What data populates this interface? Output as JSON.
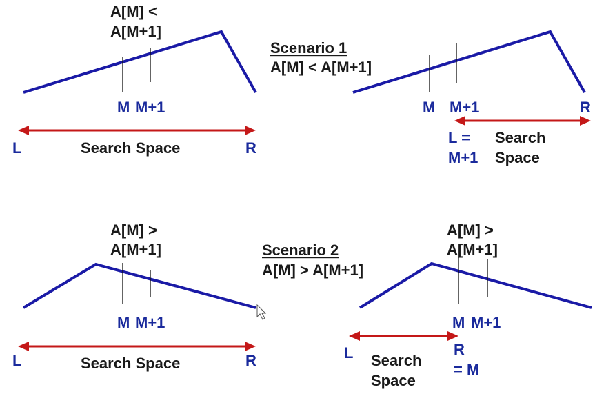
{
  "colors": {
    "graph_line": "#1a1aa6",
    "blue_label": "#1a2a9c",
    "arrow": "#c41818",
    "text": "#1a1a1a",
    "background": "#ffffff"
  },
  "panel_tl": {
    "cond_line1": "A[M] <",
    "cond_line2": "A[M+1]",
    "m": "M",
    "m1": "M+1",
    "l": "L",
    "r": "R",
    "space": "Search Space"
  },
  "scenario1": {
    "title": "Scenario 1",
    "cond": "A[M] < A[M+1]"
  },
  "panel_tr": {
    "m": "M",
    "m1": "M+1",
    "r": "R",
    "l_line1": "L =",
    "l_line2": "M+1",
    "space_line1": "Search",
    "space_line2": "Space"
  },
  "panel_bl": {
    "cond_line1": "A[M] >",
    "cond_line2": "A[M+1]",
    "m": "M",
    "m1": "M+1",
    "l": "L",
    "r": "R",
    "space": "Search Space"
  },
  "scenario2": {
    "title": "Scenario 2",
    "cond": "A[M] > A[M+1]"
  },
  "panel_br": {
    "cond_line1": "A[M] >",
    "cond_line2": "A[M+1]",
    "m": "M",
    "m1": "M+1",
    "l": "L",
    "space_line1": "Search",
    "space_line2": "Space",
    "r_line1": "R",
    "r_line2": "= M"
  },
  "icons": {
    "cursor": "mouse-cursor-icon"
  }
}
